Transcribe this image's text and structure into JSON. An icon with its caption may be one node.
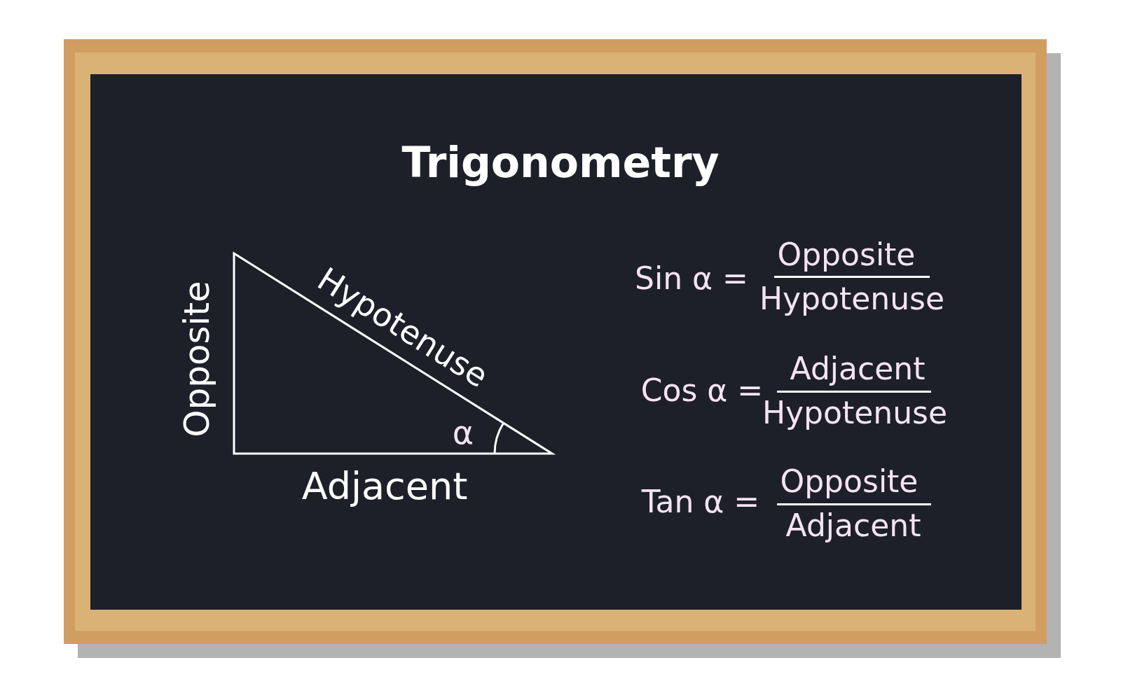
{
  "diagram": {
    "title": "Trigonometry",
    "labels": [
      "Opposite",
      "Hypotenuse",
      "α",
      "Adjacent",
      "Sin α =",
      "Opposite",
      "Hypotenuse",
      "Cos α =",
      "Adjacent",
      "Hypotenuse",
      "Tan α =",
      "Opposite",
      "Adjacent"
    ]
  }
}
